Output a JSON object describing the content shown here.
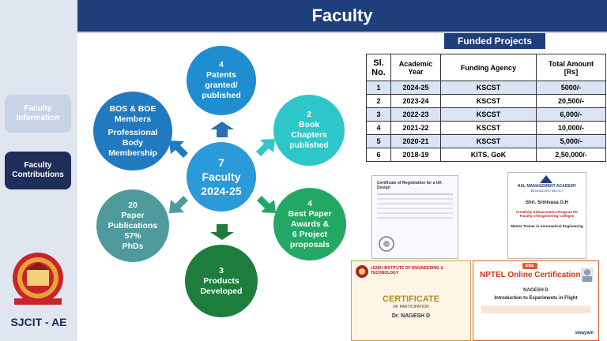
{
  "sidebar": {
    "items": [
      {
        "label_line1": "Faculty",
        "label_line2": "Information"
      },
      {
        "label_line1": "Faculty",
        "label_line2": "Contributions"
      }
    ],
    "brand": "SJCIT - AE"
  },
  "header": {
    "title": "Faculty"
  },
  "center": {
    "line1": "7",
    "line2": "Faculty",
    "line3": "2024-25"
  },
  "circles": {
    "patents": {
      "line1": "4",
      "line2": "Patents",
      "line3": "granted/",
      "line4": "published"
    },
    "chapters": {
      "line1": "2",
      "line2": "Book",
      "line3": "Chapters",
      "line4": "published"
    },
    "awards": {
      "line1": "4",
      "line2": "Best Paper",
      "line3": "Awards &",
      "line4": "6 Project",
      "line5": "proposals"
    },
    "products": {
      "line1": "3",
      "line2": "Products",
      "line3": "Developed"
    },
    "papers": {
      "line1": "20",
      "line2": "Paper",
      "line3": "Publications",
      "line4": "57%",
      "line5": "PhDs"
    },
    "bos": {
      "line1": "BOS & BOE",
      "line2": "Members",
      "line3": "Professional",
      "line4": "Body",
      "line5": "Membership"
    }
  },
  "funded": {
    "title": "Funded  Projects",
    "headers": {
      "slno1": "Sl.",
      "slno2": "No.",
      "year1": "Academic",
      "year2": "Year",
      "agency": "Funding Agency",
      "amount1": "Total Amount",
      "amount2": "[Rs]"
    },
    "rows": [
      {
        "sl": "1",
        "year": "2024-25",
        "agency": "KSCST",
        "amount": "5000/-"
      },
      {
        "sl": "2",
        "year": "2023-24",
        "agency": "KSCST",
        "amount": "20,500/-"
      },
      {
        "sl": "3",
        "year": "2022-23",
        "agency": "KSCST",
        "amount": "6,000/-"
      },
      {
        "sl": "4",
        "year": "2021-22",
        "agency": "KSCST",
        "amount": "10,000/-"
      },
      {
        "sl": "5",
        "year": "2020-21",
        "agency": "KSCST",
        "amount": "5,000/-"
      },
      {
        "sl": "6",
        "year": "2018-19",
        "agency": "KITS, GoK",
        "amount": "2,50,000/-"
      }
    ]
  },
  "certificates": {
    "registration": {
      "title": "Certificate of Registration for a UK Design"
    },
    "hal": {
      "org1": "HAL MANAGEMENT ACADEMY",
      "org2": "BENGALURU 560 017",
      "name": "Shri. Srinivasa G.H",
      "program1": "Creativity Enhancement Program for",
      "program2": "Faculty of Engineering Colleges",
      "role": "Master Trainer in Aeronautical Engineering"
    },
    "lendi": {
      "org": "LENDI INSTITUTE OF ENGINEERING & TECHNOLOGY",
      "heading1": "CERTIFICATE",
      "heading2": "OF PARTICIPATION",
      "name": "Dr. NAGESH D"
    },
    "nptel": {
      "badge": "Elite",
      "title": "NPTEL Online Certification",
      "name": "NAGESH D",
      "course": "Introduction to Experiments in Flight",
      "footer": "swayam"
    }
  },
  "colors": {
    "header": "#1f3e7c",
    "center": "#2a9bd8",
    "patents": "#1f8ed0",
    "chapters": "#2ec7c9",
    "awards": "#23a865",
    "products": "#1c7d3c",
    "papers": "#4e9a9c",
    "bos": "#2179c0"
  }
}
